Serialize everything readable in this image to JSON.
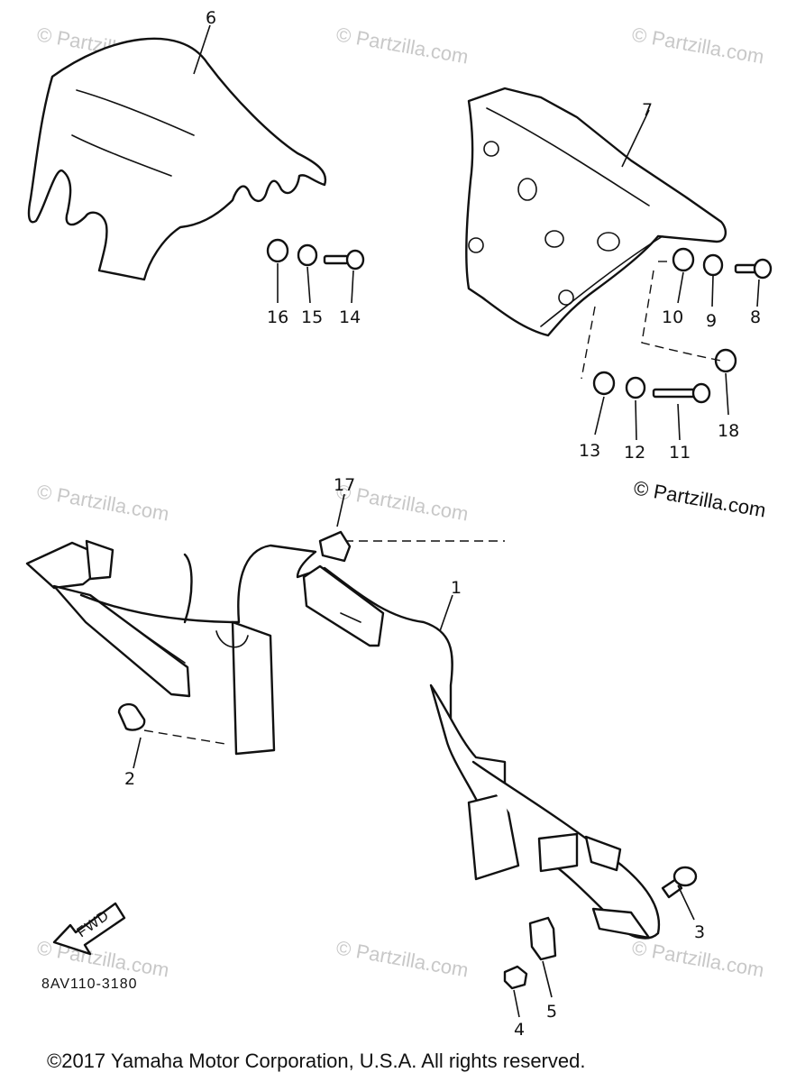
{
  "watermark_text": "© Partzilla.com",
  "partzilla_stamp": "© Partzilla.com",
  "diagram_ref": "8AV110-3180",
  "fwd_label": "FWD",
  "footer": "©2017  Yamaha Motor Corporation, U.S.A. All rights reserved.",
  "callouts": {
    "c1": "1",
    "c2": "2",
    "c3": "3",
    "c4": "4",
    "c5": "5",
    "c6": "6",
    "c7": "7",
    "c8": "8",
    "c9": "9",
    "c10": "10",
    "c11": "11",
    "c12": "12",
    "c13": "13",
    "c14": "14",
    "c15": "15",
    "c16": "16",
    "c17": "17",
    "c18": "18"
  },
  "colors": {
    "ink": "#111111",
    "watermark": "#c8c8c8",
    "background": "#ffffff"
  }
}
